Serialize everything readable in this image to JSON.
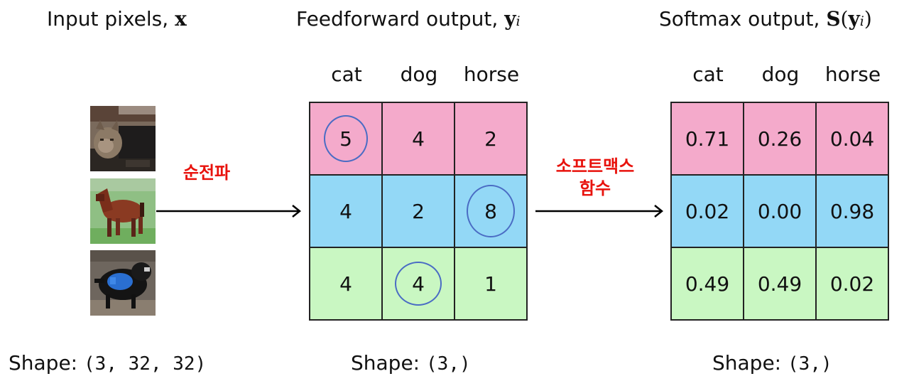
{
  "titles": {
    "input": "Input pixels,",
    "input_sym": "x",
    "feedforward": "Feedforward output,",
    "feedforward_sym": "y",
    "feedforward_sub": "i",
    "softmax": "Softmax output,",
    "softmax_S": "S",
    "softmax_sym": "y",
    "softmax_sub": "i"
  },
  "arrows": {
    "forward_label": "순전파",
    "softmax_label_line1": "소프트맥스",
    "softmax_label_line2": "함수"
  },
  "columns": [
    "cat",
    "dog",
    "horse"
  ],
  "feedforward_rows": [
    {
      "values": [
        "5",
        "4",
        "2"
      ],
      "circled": 0
    },
    {
      "values": [
        "4",
        "2",
        "8"
      ],
      "circled": 2
    },
    {
      "values": [
        "4",
        "4",
        "1"
      ],
      "circled": 1
    }
  ],
  "softmax_rows": [
    {
      "values": [
        "0.71",
        "0.26",
        "0.04"
      ]
    },
    {
      "values": [
        "0.02",
        "0.00",
        "0.98"
      ]
    },
    {
      "values": [
        "0.49",
        "0.49",
        "0.02"
      ]
    }
  ],
  "row_colors": [
    "#f4aacb",
    "#93d8f6",
    "#c9f7c2"
  ],
  "images": [
    "cat",
    "horse",
    "dog"
  ],
  "shapes": {
    "label": "Shape:",
    "input": "(3, 32, 32)",
    "feedforward": "(3,)",
    "softmax": "(3,)"
  }
}
